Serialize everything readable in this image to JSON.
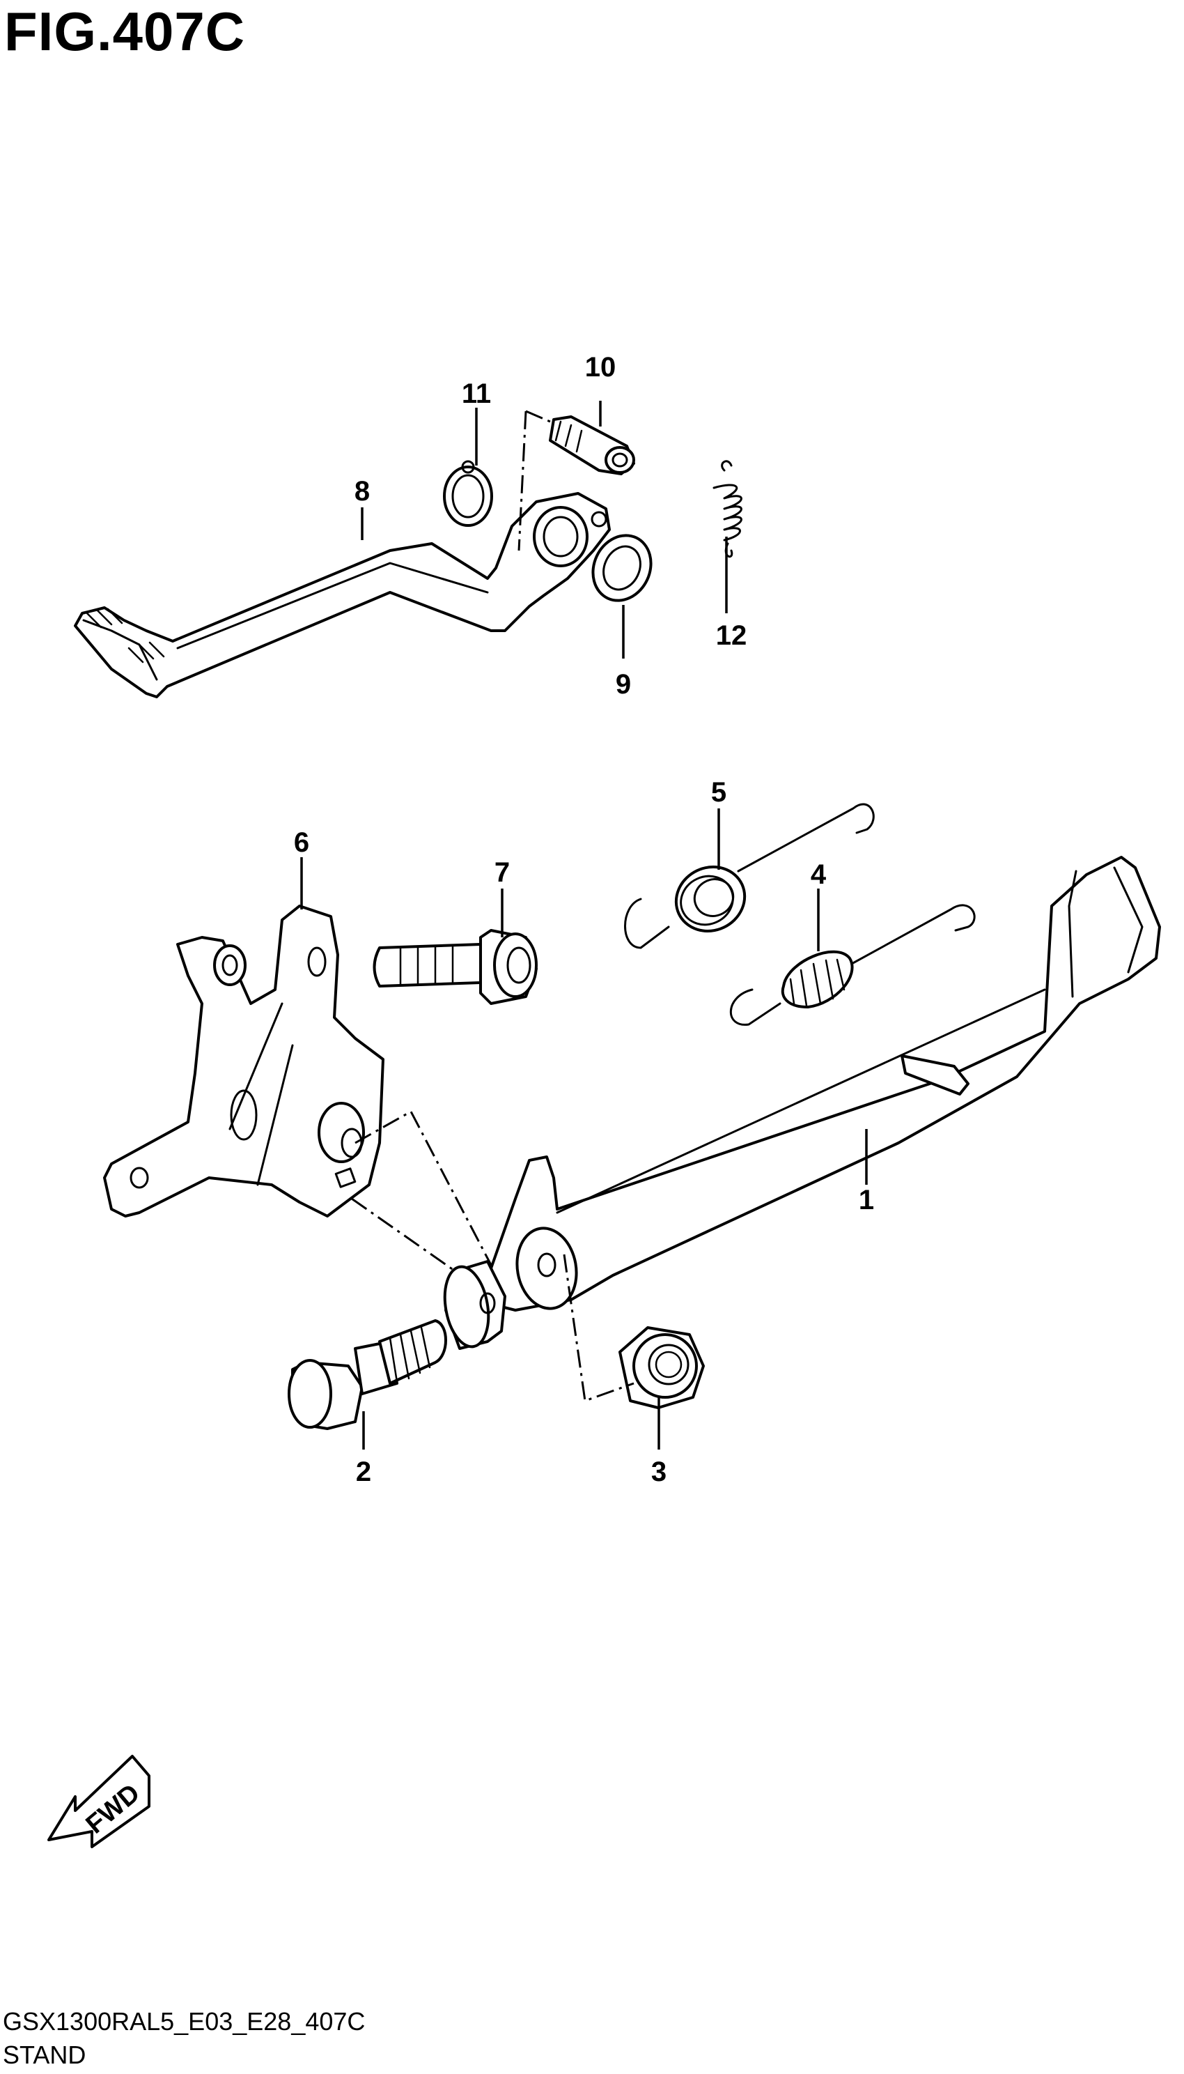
{
  "figure": {
    "title": "FIG.407C",
    "code": "GSX1300RAL5_E03_E28_407C",
    "section_name": "STAND"
  },
  "callouts": [
    "1",
    "2",
    "3",
    "4",
    "5",
    "6",
    "7",
    "8",
    "9",
    "10",
    "11",
    "12"
  ],
  "fwd_label": "FWD"
}
